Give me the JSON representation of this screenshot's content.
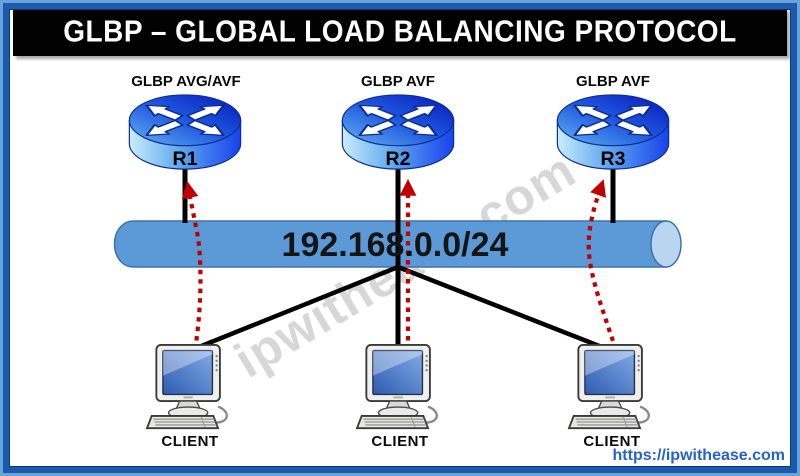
{
  "title": "GLBP – GLOBAL LOAD BALANCING PROTOCOL",
  "network_segment": {
    "label": "192.168.0.0/24"
  },
  "routers": [
    {
      "name": "R1",
      "role": "GLBP AVG/AVF"
    },
    {
      "name": "R2",
      "role": "GLBP AVF"
    },
    {
      "name": "R3",
      "role": "GLBP AVF"
    }
  ],
  "clients": [
    {
      "label": "CLIENT"
    },
    {
      "label": "CLIENT"
    },
    {
      "label": "CLIENT"
    }
  ],
  "watermark": "ipwithease.com",
  "footer": {
    "url": "https://ipwithease.com"
  },
  "colors": {
    "frame_blue": "#1a5cab",
    "title_bg": "#020202",
    "title_fg": "#ffffff",
    "segment_fill": "#5b9ad6",
    "segment_cap": "#b9d5ef",
    "router_dark_blue": "#0617b8",
    "router_light_blue": "#c9ecfb",
    "arrow_red": "#c00000",
    "link_black": "#000000",
    "url_blue": "#2563c9",
    "watermark_gray": "#d1d1d1"
  }
}
